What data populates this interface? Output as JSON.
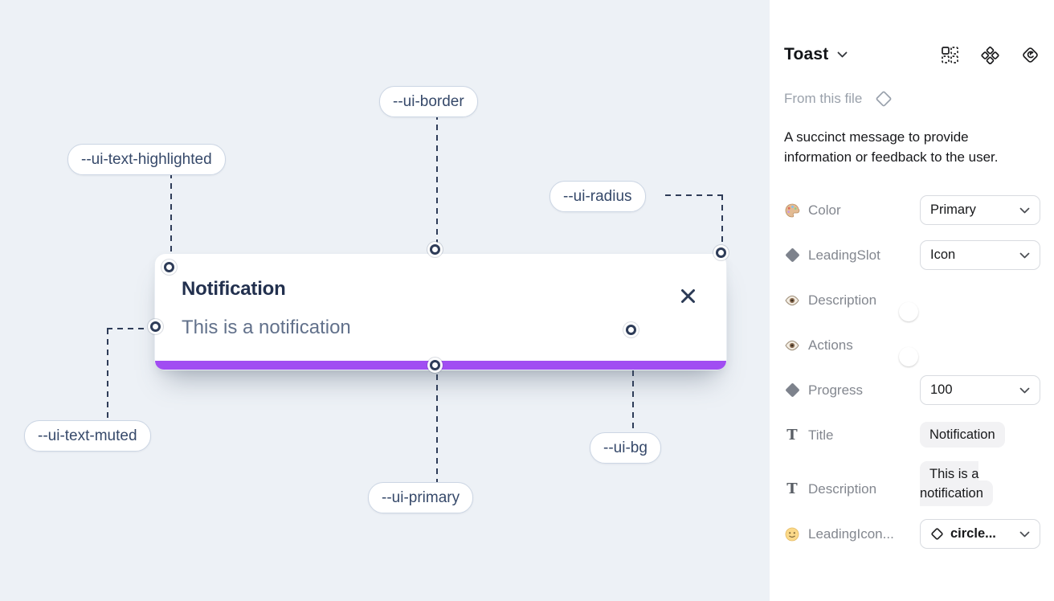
{
  "canvas": {
    "toast": {
      "title": "Notification",
      "description": "This is a notification",
      "close_icon": "x-icon"
    },
    "annotations": {
      "text_highlighted": "--ui-text-highlighted",
      "border": "--ui-border",
      "radius": "--ui-radius",
      "text_muted": "--ui-text-muted",
      "primary": "--ui-primary",
      "bg": "--ui-bg"
    },
    "colors": {
      "canvas_bg": "#edf1f6",
      "progress_bar": "#a14df2",
      "annotation_line": "#2e3c58"
    }
  },
  "sidebar": {
    "title": "Toast",
    "source": "From this file",
    "description": "A succinct message to provide information or feedback to the user.",
    "header_icons": [
      "component-grid-icon",
      "variants-icon",
      "main-component-icon"
    ],
    "colors": {
      "toggle_on": "#27a0f6"
    },
    "properties": {
      "color": {
        "label": "Color",
        "value": "Primary"
      },
      "leading_slot": {
        "label": "LeadingSlot",
        "value": "Icon"
      },
      "description_toggle": {
        "label": "Description",
        "state": "on"
      },
      "actions_toggle": {
        "label": "Actions",
        "state": "on"
      },
      "progress": {
        "label": "Progress",
        "value": "100"
      },
      "title_field": {
        "label": "Title",
        "value": "Notification"
      },
      "description_field": {
        "label": "Description",
        "value": "This is a notification"
      },
      "leading_icon": {
        "label": "LeadingIcon...",
        "value": "circle..."
      }
    }
  }
}
